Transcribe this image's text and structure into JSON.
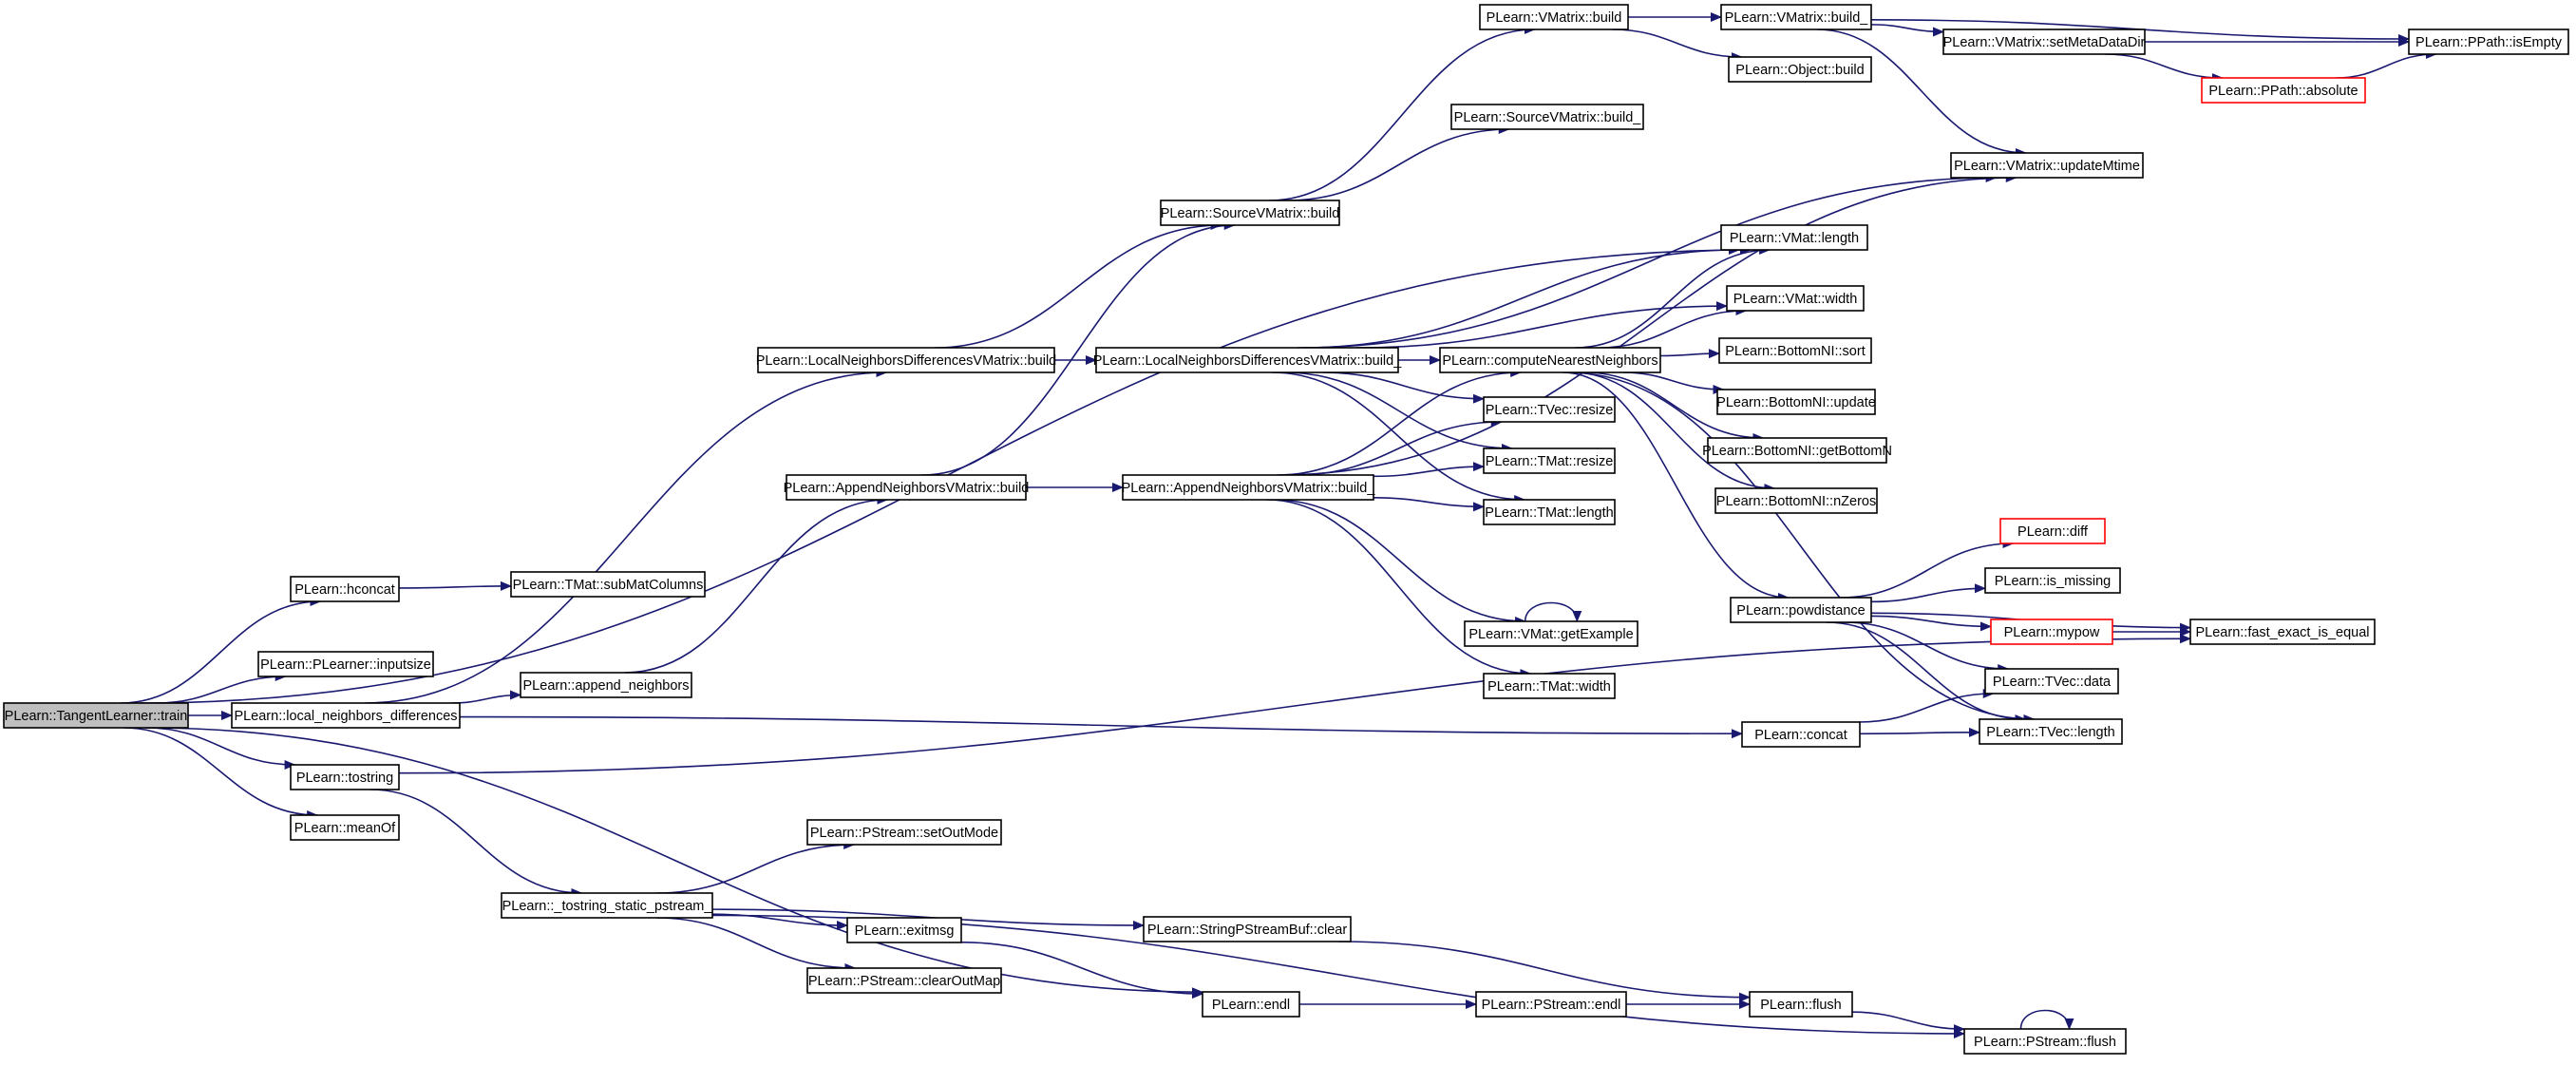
{
  "nodes": [
    {
      "id": "train",
      "label": "PLearn::TangentLearner::train",
      "root": true
    },
    {
      "id": "hconcat",
      "label": "PLearn::hconcat"
    },
    {
      "id": "inputsize",
      "label": "PLearn::PLearner::inputsize"
    },
    {
      "id": "lnd",
      "label": "PLearn::local_neighbors_differences"
    },
    {
      "id": "tostring",
      "label": "PLearn::tostring"
    },
    {
      "id": "meanof",
      "label": "PLearn::meanOf"
    },
    {
      "id": "submat",
      "label": "PLearn::TMat::subMatColumns"
    },
    {
      "id": "appneigh",
      "label": "PLearn::append_neighbors"
    },
    {
      "id": "tsps",
      "label": "PLearn::_tostring_static_pstream_"
    },
    {
      "id": "lndvm_build",
      "label": "PLearn::LocalNeighborsDifferencesVMatrix::build"
    },
    {
      "id": "anvm_build",
      "label": "PLearn::AppendNeighborsVMatrix::build"
    },
    {
      "id": "setoutmode",
      "label": "PLearn::PStream::setOutMode"
    },
    {
      "id": "exitmsg",
      "label": "PLearn::exitmsg"
    },
    {
      "id": "clearoutmap",
      "label": "PLearn::PStream::clearOutMap"
    },
    {
      "id": "svm_build",
      "label": "PLearn::SourceVMatrix::build"
    },
    {
      "id": "lndvm_build_",
      "label": "PLearn::LocalNeighborsDifferencesVMatrix::build_"
    },
    {
      "id": "anvm_build_",
      "label": "PLearn::AppendNeighborsVMatrix::build_"
    },
    {
      "id": "spsb_clear",
      "label": "PLearn::StringPStreamBuf::clear"
    },
    {
      "id": "endl",
      "label": "PLearn::endl"
    },
    {
      "id": "vm_build",
      "label": "PLearn::VMatrix::build"
    },
    {
      "id": "svm_build_",
      "label": "PLearn::SourceVMatrix::build_"
    },
    {
      "id": "cnn",
      "label": "PLearn::computeNearestNeighbors"
    },
    {
      "id": "tvec_resize",
      "label": "PLearn::TVec::resize"
    },
    {
      "id": "tmat_resize",
      "label": "PLearn::TMat::resize"
    },
    {
      "id": "tmat_length",
      "label": "PLearn::TMat::length"
    },
    {
      "id": "getexample",
      "label": "PLearn::VMat::getExample"
    },
    {
      "id": "tmat_width",
      "label": "PLearn::TMat::width"
    },
    {
      "id": "ps_endl",
      "label": "PLearn::PStream::endl"
    },
    {
      "id": "vm_build_",
      "label": "PLearn::VMatrix::build_"
    },
    {
      "id": "obj_build",
      "label": "PLearn::Object::build"
    },
    {
      "id": "vmat_length",
      "label": "PLearn::VMat::length"
    },
    {
      "id": "vmat_width",
      "label": "PLearn::VMat::width"
    },
    {
      "id": "bn_sort",
      "label": "PLearn::BottomNI::sort"
    },
    {
      "id": "bn_update",
      "label": "PLearn::BottomNI::update"
    },
    {
      "id": "bn_getbottom",
      "label": "PLearn::BottomNI::getBottomN"
    },
    {
      "id": "bn_nzeros",
      "label": "PLearn::BottomNI::nZeros"
    },
    {
      "id": "powdist",
      "label": "PLearn::powdistance"
    },
    {
      "id": "concat",
      "label": "PLearn::concat"
    },
    {
      "id": "flush",
      "label": "PLearn::flush"
    },
    {
      "id": "setmeta",
      "label": "PLearn::VMatrix::setMetaDataDir"
    },
    {
      "id": "updatemtime",
      "label": "PLearn::VMatrix::updateMtime"
    },
    {
      "id": "diff",
      "label": "PLearn::diff",
      "red": true
    },
    {
      "id": "ismissing",
      "label": "PLearn::is_missing"
    },
    {
      "id": "mypow",
      "label": "PLearn::mypow",
      "red": true
    },
    {
      "id": "tvec_data",
      "label": "PLearn::TVec::data"
    },
    {
      "id": "tvec_length",
      "label": "PLearn::TVec::length"
    },
    {
      "id": "ps_flush",
      "label": "PLearn::PStream::flush"
    },
    {
      "id": "absolute",
      "label": "PLearn::PPath::absolute",
      "red": true
    },
    {
      "id": "isempty",
      "label": "PLearn::PPath::isEmpty"
    },
    {
      "id": "fastequal",
      "label": "PLearn::fast_exact_is_equal"
    }
  ],
  "edges": [
    [
      "train",
      "hconcat"
    ],
    [
      "train",
      "inputsize"
    ],
    [
      "train",
      "lnd"
    ],
    [
      "train",
      "tostring"
    ],
    [
      "train",
      "meanof"
    ],
    [
      "train",
      "vmat_length"
    ],
    [
      "train",
      "endl"
    ],
    [
      "hconcat",
      "submat"
    ],
    [
      "lnd",
      "appneigh"
    ],
    [
      "lnd",
      "lndvm_build"
    ],
    [
      "lnd",
      "concat"
    ],
    [
      "tostring",
      "tsps"
    ],
    [
      "tostring",
      "fastequal"
    ],
    [
      "appneigh",
      "anvm_build"
    ],
    [
      "lndvm_build",
      "svm_build"
    ],
    [
      "lndvm_build",
      "lndvm_build_"
    ],
    [
      "anvm_build",
      "svm_build"
    ],
    [
      "anvm_build",
      "anvm_build_"
    ],
    [
      "svm_build",
      "vm_build"
    ],
    [
      "svm_build",
      "svm_build_"
    ],
    [
      "lndvm_build_",
      "updatemtime"
    ],
    [
      "lndvm_build_",
      "vmat_length"
    ],
    [
      "lndvm_build_",
      "vmat_width"
    ],
    [
      "lndvm_build_",
      "cnn"
    ],
    [
      "lndvm_build_",
      "tvec_resize"
    ],
    [
      "lndvm_build_",
      "tmat_resize"
    ],
    [
      "lndvm_build_",
      "tmat_length"
    ],
    [
      "anvm_build_",
      "cnn"
    ],
    [
      "anvm_build_",
      "tvec_resize"
    ],
    [
      "anvm_build_",
      "tmat_resize"
    ],
    [
      "anvm_build_",
      "tmat_length"
    ],
    [
      "anvm_build_",
      "getexample"
    ],
    [
      "anvm_build_",
      "tmat_width"
    ],
    [
      "anvm_build_",
      "updatemtime"
    ],
    [
      "getexample",
      "getexample"
    ],
    [
      "cnn",
      "vmat_length"
    ],
    [
      "cnn",
      "vmat_width"
    ],
    [
      "cnn",
      "bn_sort"
    ],
    [
      "cnn",
      "bn_update"
    ],
    [
      "cnn",
      "bn_getbottom"
    ],
    [
      "cnn",
      "bn_nzeros"
    ],
    [
      "cnn",
      "powdist"
    ],
    [
      "cnn",
      "tvec_length"
    ],
    [
      "vm_build",
      "vm_build_"
    ],
    [
      "vm_build",
      "obj_build"
    ],
    [
      "vm_build_",
      "setmeta"
    ],
    [
      "vm_build_",
      "isempty"
    ],
    [
      "vm_build_",
      "updatemtime"
    ],
    [
      "setmeta",
      "isempty"
    ],
    [
      "setmeta",
      "absolute"
    ],
    [
      "absolute",
      "isempty"
    ],
    [
      "powdist",
      "diff"
    ],
    [
      "powdist",
      "ismissing"
    ],
    [
      "powdist",
      "mypow"
    ],
    [
      "powdist",
      "tvec_data"
    ],
    [
      "powdist",
      "tvec_length"
    ],
    [
      "powdist",
      "fastequal"
    ],
    [
      "mypow",
      "fastequal"
    ],
    [
      "concat",
      "tvec_data"
    ],
    [
      "concat",
      "tvec_length"
    ],
    [
      "tsps",
      "setoutmode"
    ],
    [
      "tsps",
      "exitmsg"
    ],
    [
      "tsps",
      "clearoutmap"
    ],
    [
      "tsps",
      "spsb_clear"
    ],
    [
      "tsps",
      "ps_flush"
    ],
    [
      "exitmsg",
      "endl"
    ],
    [
      "spsb_clear",
      "flush"
    ],
    [
      "endl",
      "ps_endl"
    ],
    [
      "ps_endl",
      "flush"
    ],
    [
      "flush",
      "ps_flush"
    ],
    [
      "ps_flush",
      "ps_flush"
    ]
  ]
}
